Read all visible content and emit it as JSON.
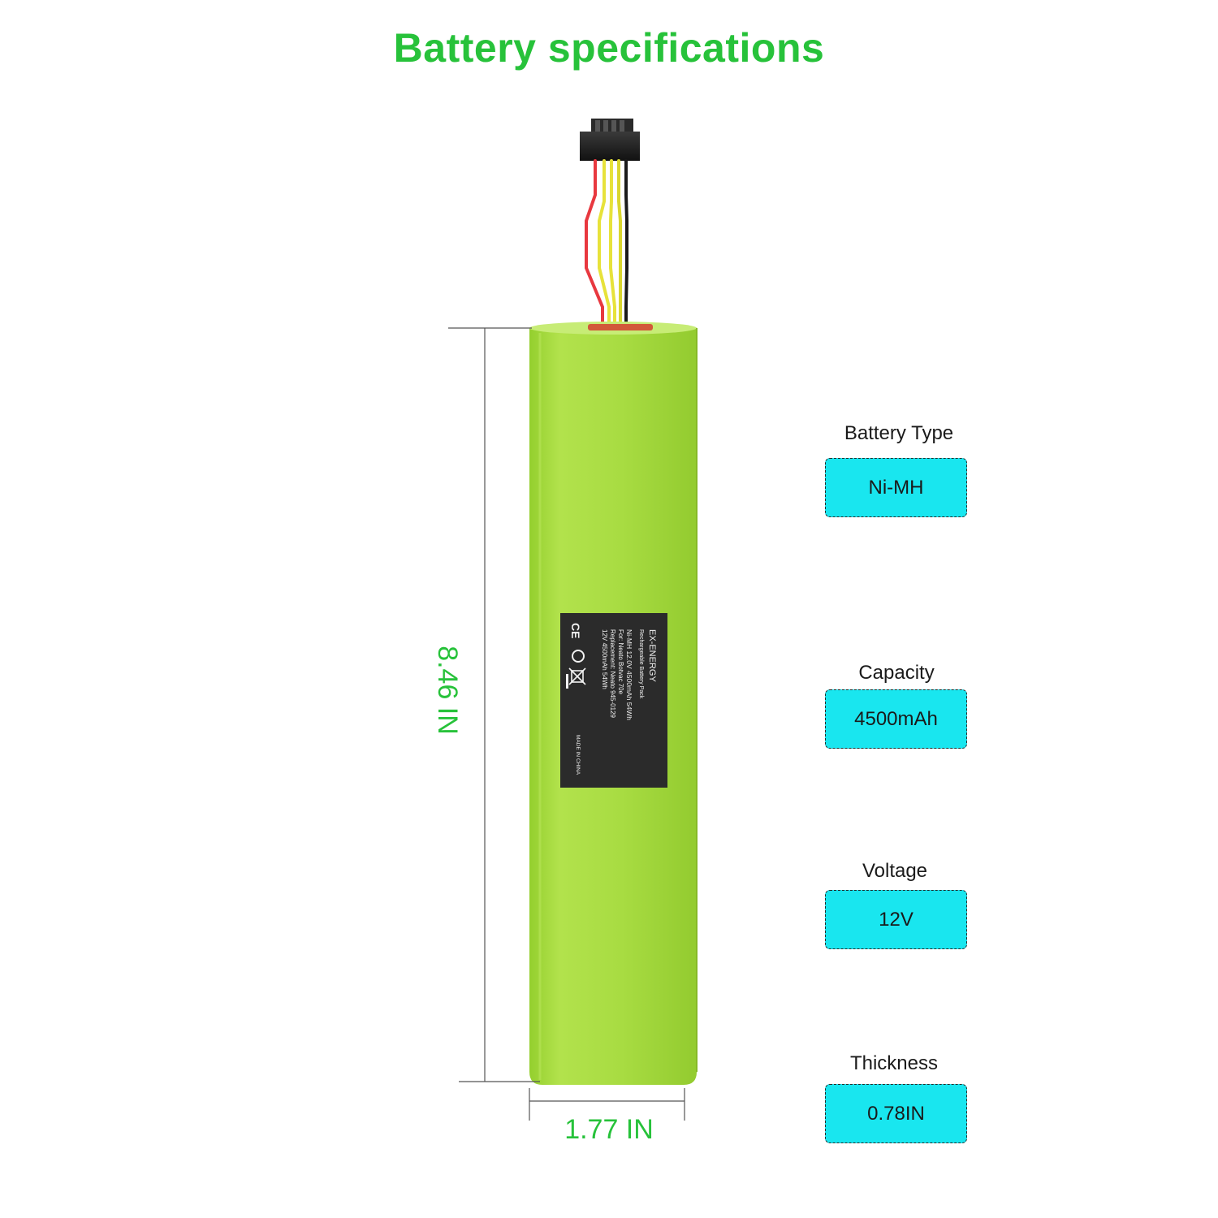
{
  "title": "Battery specifications",
  "colors": {
    "title_green": "#27c23a",
    "battery_green": "#a9df44",
    "spec_box_fill": "#19e6ef"
  },
  "battery": {
    "label": {
      "brand": "EX-ENERGY",
      "subtitle": "Rechargeable Battery Pack",
      "line1": "Ni-MH 12.0V 4500mAh 54Wh",
      "line2": "For: Neato Botvac 70e",
      "line3": "Replacement: Neato 945-0129",
      "line4": "12V 4500mAh 54Wh",
      "made_in": "MADE IN CHINA",
      "ce_mark": "CE"
    },
    "height_label": "8.46 IN",
    "width_label": "1.77 IN"
  },
  "specs": [
    {
      "heading": "Battery Type",
      "value": "Ni-MH"
    },
    {
      "heading": "Capacity",
      "value": "4500mAh"
    },
    {
      "heading": "Voltage",
      "value": "12V"
    },
    {
      "heading": "Thickness",
      "value": "0.78IN"
    }
  ]
}
